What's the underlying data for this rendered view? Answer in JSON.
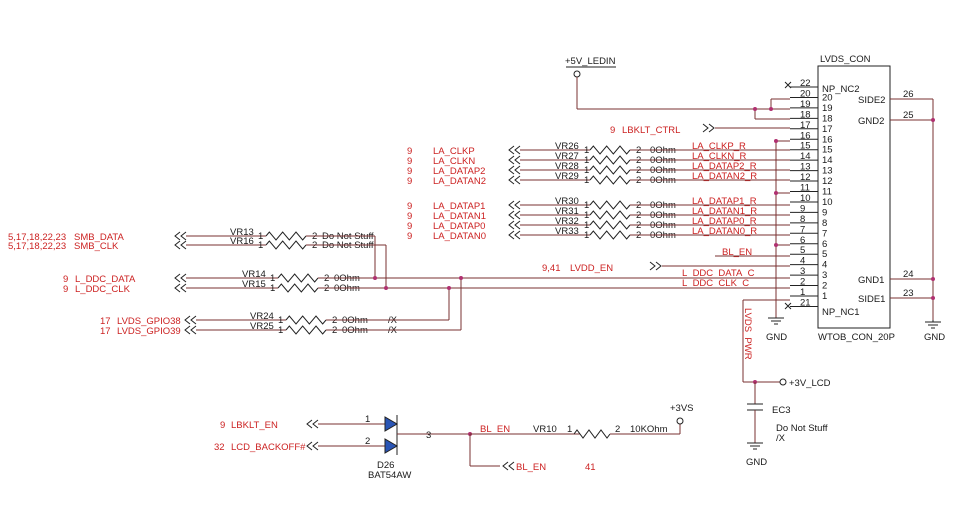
{
  "colors": {
    "net": "#cc2222",
    "wire": "#7a3030",
    "body": "#1a1a1a",
    "junction": "#b03070"
  },
  "power": {
    "led_in": "+5V_LEDIN",
    "lcd": "+3V_LCD",
    "vs": "+3VS"
  },
  "connector": {
    "ref": "LVDS_CON",
    "part": "WTOB_CON_20P",
    "left_labels": [
      "NP_NC2",
      "NP_NC1"
    ],
    "right_labels": [
      "SIDE2",
      "GND2",
      "GND1",
      "SIDE1"
    ],
    "side_pins": [
      "26",
      "25",
      "24",
      "23"
    ],
    "outer_pins": [
      "22",
      "20",
      "19",
      "18",
      "17",
      "16",
      "15",
      "14",
      "13",
      "12",
      "11",
      "10",
      "9",
      "8",
      "7",
      "6",
      "5",
      "4",
      "3",
      "2",
      "1",
      "21"
    ],
    "inner_pins": [
      "20",
      "19",
      "18",
      "17",
      "16",
      "15",
      "14",
      "13",
      "12",
      "11",
      "10",
      "9",
      "8",
      "7",
      "6",
      "5",
      "4",
      "3",
      "2",
      "1"
    ]
  },
  "ports_lvds": [
    {
      "sheet": "9",
      "name": "LA_CLKP",
      "res": "VR26",
      "value": "0Ohm",
      "out": "LA_CLKP_R"
    },
    {
      "sheet": "9",
      "name": "LA_CLKN",
      "res": "VR27",
      "value": "0Ohm",
      "out": "LA_CLKN_R"
    },
    {
      "sheet": "9",
      "name": "LA_DATAP2",
      "res": "VR28",
      "value": "0Ohm",
      "out": "LA_DATAP2_R"
    },
    {
      "sheet": "9",
      "name": "LA_DATAN2",
      "res": "VR29",
      "value": "0Ohm",
      "out": "LA_DATAN2_R"
    },
    {
      "sheet": "9",
      "name": "LA_DATAP1",
      "res": "VR30",
      "value": "0Ohm",
      "out": "LA_DATAP1_R"
    },
    {
      "sheet": "9",
      "name": "LA_DATAN1",
      "res": "VR31",
      "value": "0Ohm",
      "out": "LA_DATAN1_R"
    },
    {
      "sheet": "9",
      "name": "LA_DATAP0",
      "res": "VR32",
      "value": "0Ohm",
      "out": "LA_DATAP0_R"
    },
    {
      "sheet": "9",
      "name": "LA_DATAN0",
      "res": "VR33",
      "value": "0Ohm",
      "out": "LA_DATAN0_R"
    }
  ],
  "ports_left": [
    {
      "sheet": "5,17,18,22,23",
      "name": "SMB_DATA",
      "res": "VR13",
      "value": "Do Not Stuff"
    },
    {
      "sheet": "5,17,18,22,23",
      "name": "SMB_CLK",
      "res": "VR16",
      "value": "Do Not Stuff"
    },
    {
      "sheet": "9",
      "name": "L_DDC_DATA",
      "res": "VR14",
      "value": "0Ohm"
    },
    {
      "sheet": "9",
      "name": "L_DDC_CLK",
      "res": "VR15",
      "value": "0Ohm"
    },
    {
      "sheet": "17",
      "name": "LVDS_GPIO38",
      "res": "VR24",
      "value": "0Ohm",
      "mark": "/X"
    },
    {
      "sheet": "17",
      "name": "LVDS_GPIO39",
      "res": "VR25",
      "value": "0Ohm",
      "mark": "/X"
    }
  ],
  "nets": {
    "lbklt_ctrl": "LBKLT_CTRL",
    "lbklt_ctrl_sheet": "9",
    "bl_en": "BL_EN",
    "lvdd_en": "LVDD_EN",
    "lvdd_en_sheet": "9,41",
    "ddc_data_c": "L_DDC_DATA_C",
    "ddc_clk_c": "L_DDC_CLK_C",
    "lvds_pwr": "LVDS_PWR",
    "gnd": "GND"
  },
  "cap": {
    "ref": "EC3",
    "value": "Do Not Stuff",
    "mark": "/X"
  },
  "diode": {
    "ref": "D26",
    "part": "BAT54AW",
    "pin_a": "1",
    "pin_b": "2",
    "pin_c": "3"
  },
  "backlight": {
    "lbklt_en": "LBKLT_EN",
    "lbklt_en_sheet": "9",
    "backoff": "LCD_BACKOFF#",
    "backoff_sheet": "32",
    "bl_en": "BL_EN",
    "bl_en_sheet": "41",
    "res": "VR10",
    "value": "10KOhm"
  },
  "res_pins": {
    "one": "1",
    "two": "2"
  }
}
